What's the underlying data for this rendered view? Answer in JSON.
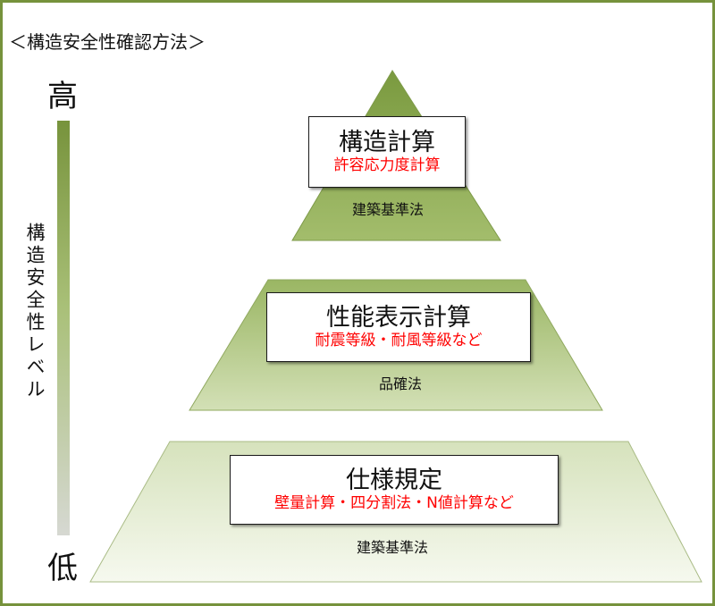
{
  "title": "＜構造安全性確認方法＞",
  "level": {
    "high": "高",
    "low": "低",
    "label": "構造安全性レベル"
  },
  "tiers": [
    {
      "title": "構造計算",
      "detail": "許容応力度計算",
      "law": "建築基準法"
    },
    {
      "title": "性能表示計算",
      "detail": "耐震等級・耐風等級など",
      "law": "品確法"
    },
    {
      "title": "仕様規定",
      "detail": "壁量計算・四分割法・N値計算など",
      "law": "建築基準法"
    }
  ],
  "colors": {
    "frame": "#76923c",
    "tier_top": "#8fae55",
    "tier_middle": "#b6cb8b",
    "tier_bottom": "#e3ebcd",
    "detail_text": "#ff0000"
  }
}
